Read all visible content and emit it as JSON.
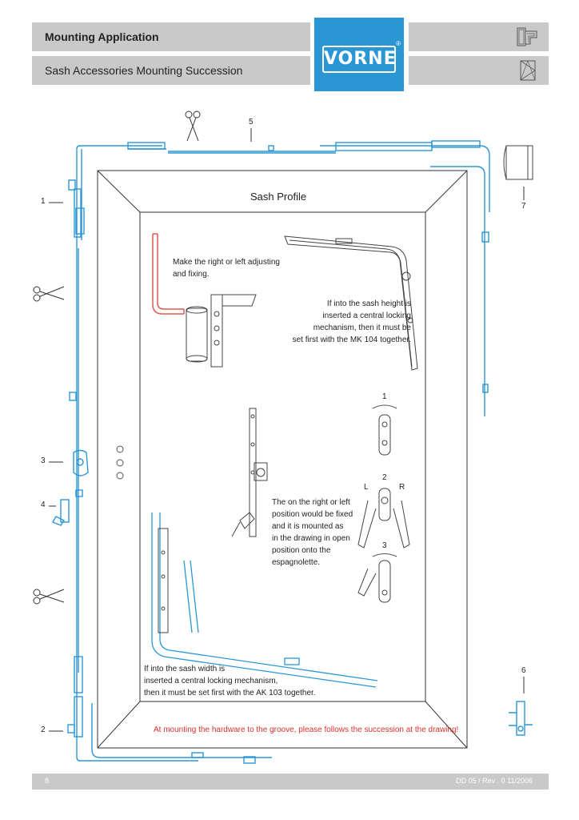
{
  "header": {
    "title": "Mounting Application",
    "subtitle": "Sash Accessories Mounting Succession",
    "logo_text": "VORNE",
    "logo_registered": "®"
  },
  "labels": {
    "n1": "1",
    "n2": "2",
    "n3": "3",
    "n4": "4",
    "n5": "5",
    "n6": "6",
    "n7": "7",
    "step1": "1",
    "step2": "2",
    "step3": "3",
    "left": "L",
    "right": "R"
  },
  "sash_profile": "Sash Profile",
  "notes": {
    "adjusting_line1": "Make the right or left adjusting",
    "adjusting_line2": "and fixing.",
    "height_line1": "If into the sash height is",
    "height_line2": "inserted a central locking",
    "height_line3": "mechanism, then it must be",
    "height_line4": "set first with the MK 104 together.",
    "fixed_line1": "The on the right or left",
    "fixed_line2": "position would be fixed",
    "fixed_line3": "and it is mounted as",
    "fixed_line4": "in the drawing in open",
    "fixed_line5": "position onto the",
    "fixed_line6": "espagnolette.",
    "width_line1": "If into the sash width is",
    "width_line2": "inserted a central locking mechanism,",
    "width_line3": "then it must be set first with the AK 103 together.",
    "warning": "At mounting the hardware to the groove, please follows the succession at the drawing!"
  },
  "footer": {
    "page": "8",
    "doc": "DD 05 / Rev . 0   11/2006"
  },
  "colors": {
    "accent": "#2a97d4",
    "header_gray": "#c9c9c9",
    "warning_red": "#d8322c"
  }
}
